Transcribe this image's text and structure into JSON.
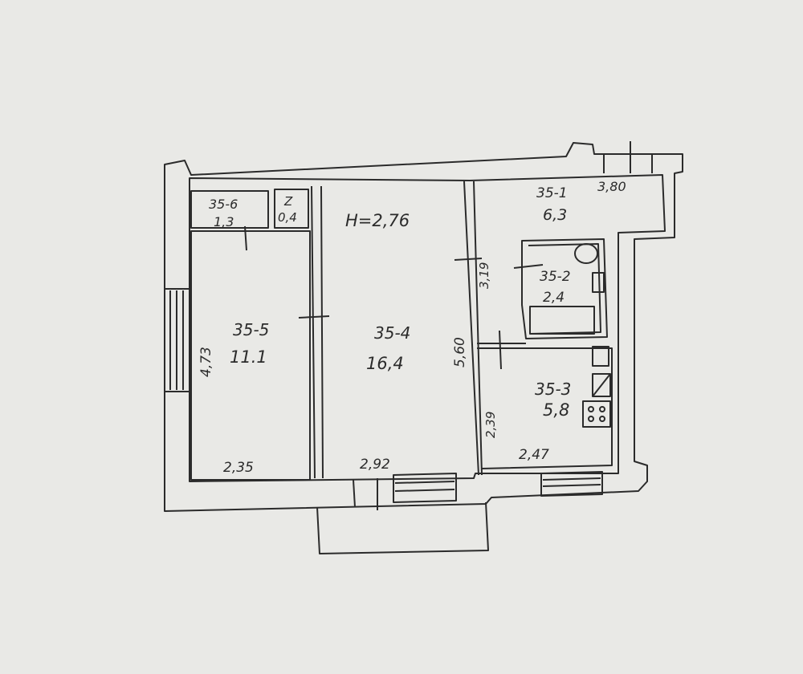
{
  "rooms": [
    {
      "id": "35-6",
      "area": "1,3"
    },
    {
      "id": "Z",
      "area": "0,4"
    },
    {
      "id": "35-5",
      "area": "11.1"
    },
    {
      "id": "35-4",
      "area": "16,4"
    },
    {
      "id": "35-1",
      "area": "6,3"
    },
    {
      "id": "35-2",
      "area": "2,4"
    },
    {
      "id": "35-3",
      "area": "5,8"
    }
  ],
  "ceiling_height": "H=2,76",
  "dimensions": {
    "room_5_height": "4,73",
    "room_5_width": "2,35",
    "room_4_height": "5,60",
    "room_4_width": "2,92",
    "hall_width": "3,80",
    "hall_height": "3,19",
    "kitchen_height": "2,39",
    "kitchen_width": "2,47"
  },
  "colors": {
    "paper": "#e9e9e6",
    "ink": "#2b2b2b"
  }
}
